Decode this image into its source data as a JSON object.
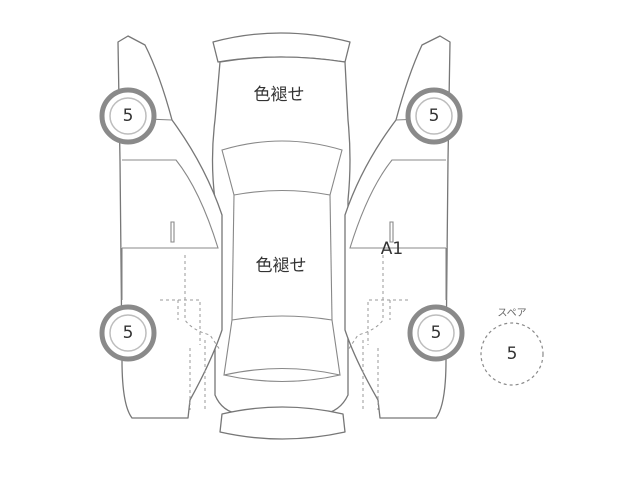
{
  "damage": {
    "roof": "色褪せ",
    "hood": "色褪せ",
    "right_side": "A1"
  },
  "tires": {
    "front_left": "5",
    "rear_left": "5",
    "front_right": "5",
    "rear_right": "5"
  },
  "spare": {
    "label": "スペア",
    "value": "5"
  }
}
